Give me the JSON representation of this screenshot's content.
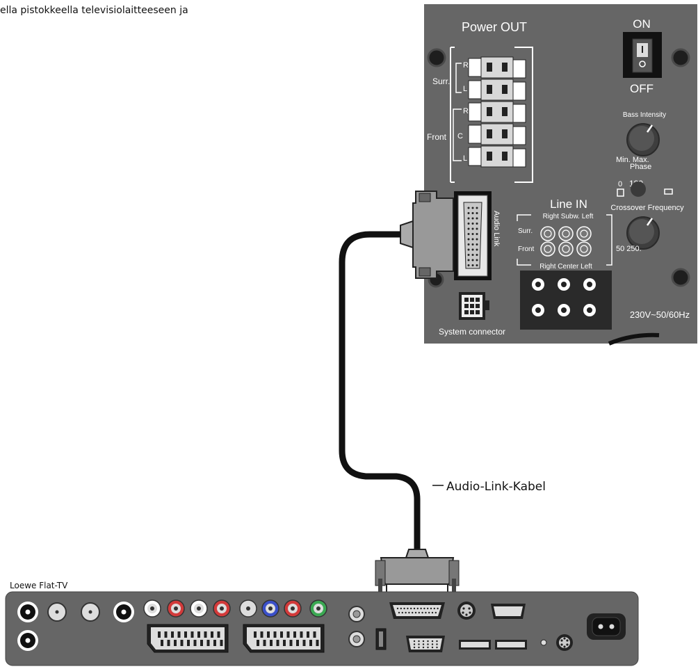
{
  "intro_text": "ella pistokkeella televisiolaitteeseen ja",
  "cable_label": "Audio-Link-Kabel",
  "tv": {
    "label": "Loewe Flat-TV"
  },
  "subwoofer": {
    "power_out": "Power OUT",
    "surr": "Surr.",
    "front": "Front",
    "r": "R",
    "l": "L",
    "c": "C",
    "on": "ON",
    "off": "OFF",
    "bass_intensity": "Bass Intensity",
    "min_max": "Min. Max.",
    "phase": "Phase",
    "phase_0": "0",
    "phase_180": "180",
    "crossover": "Crossover Frequency",
    "crossover_range": "50 250.",
    "audio_link": "Audio Link",
    "line_in": "Line IN",
    "line_top": "Right  Subw. Left",
    "line_surr": "Surr.",
    "line_front": "Front",
    "line_bottom": "Right Center Left",
    "system_connector": "System connector",
    "mains": "230V~50/60Hz"
  },
  "colors": {
    "panel": "#666666",
    "cable": "#222222",
    "rca_red": "#d23a3a",
    "rca_blue": "#3a4fc8",
    "rca_green": "#3aa852"
  }
}
